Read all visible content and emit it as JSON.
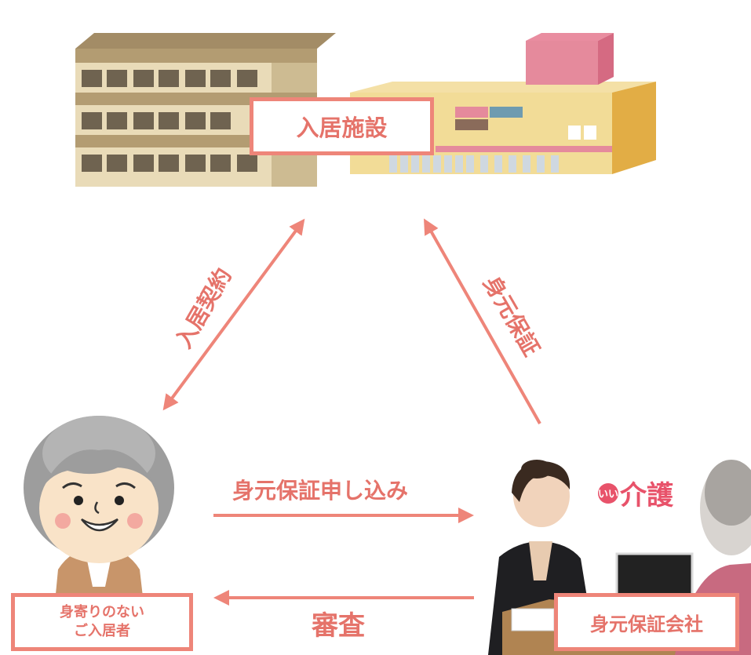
{
  "facility_label": "入居施設",
  "resident_label_line1": "身寄りのない",
  "resident_label_line2": "ご入居者",
  "company_label": "身元保証会社",
  "edge_contract": "入居契約",
  "edge_guarantee": "身元保証",
  "edge_application": "身元保証申し込み",
  "edge_review": "審査",
  "brand_mark": "いい",
  "brand_name": "介護",
  "colors": {
    "accent": "#ee8579",
    "text": "#e5736a",
    "brand": "#e8526a"
  }
}
